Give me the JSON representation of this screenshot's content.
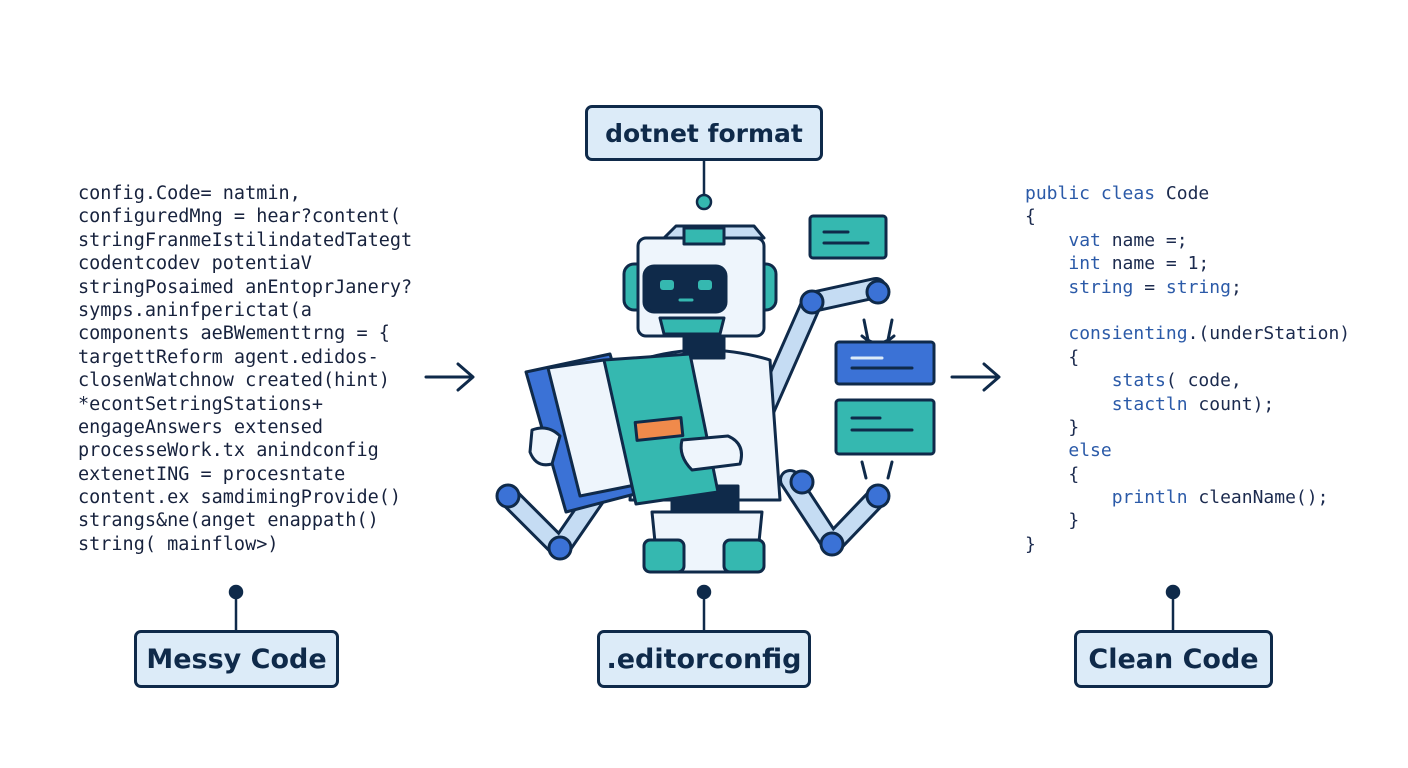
{
  "labels": {
    "top": "dotnet format",
    "messy": "Messy Code",
    "editorconfig": ".editorconfig",
    "clean": "Clean Code"
  },
  "messy_code": [
    "config.Code= natmin,",
    "configuredMng = hear?content(",
    "stringFranmeIstilindatedTategt",
    "codentcodev potentiaV",
    "stringPosaimed anEntoprJanery?",
    "symps.aninfperictat(a",
    "components aeBWementtrng = {",
    "targettReform agent.edidos-",
    "closenWatchnow created(hint)",
    "*econtSetringStations+",
    "engageAnswers extensed",
    "processeWork.tx anindconfig",
    "extenetING = procesntate",
    "content.ex samdimingProvide()",
    "strangs&ne(anget enappath()",
    "string( mainflow>)"
  ],
  "clean_code": [
    "public cleas Code",
    "{",
    "    vat name =;",
    "    int name = 1;",
    "    string = string;",
    "",
    "    consienting.(underStation)",
    "    {",
    "        stats( code,",
    "        stactln count);",
    "    }",
    "    else",
    "    {",
    "        println cleanName();",
    "    }",
    "}"
  ],
  "colors": {
    "navy": "#0f2a4a",
    "label_fill": "#dcebf8",
    "teal": "#35b8b0",
    "blue": "#3b72d6",
    "light_blue": "#c5dcf3",
    "orange": "#f08a4b"
  },
  "icons": {
    "robot": "robot-reading-book-icon",
    "arrow": "right-arrow-icon"
  }
}
